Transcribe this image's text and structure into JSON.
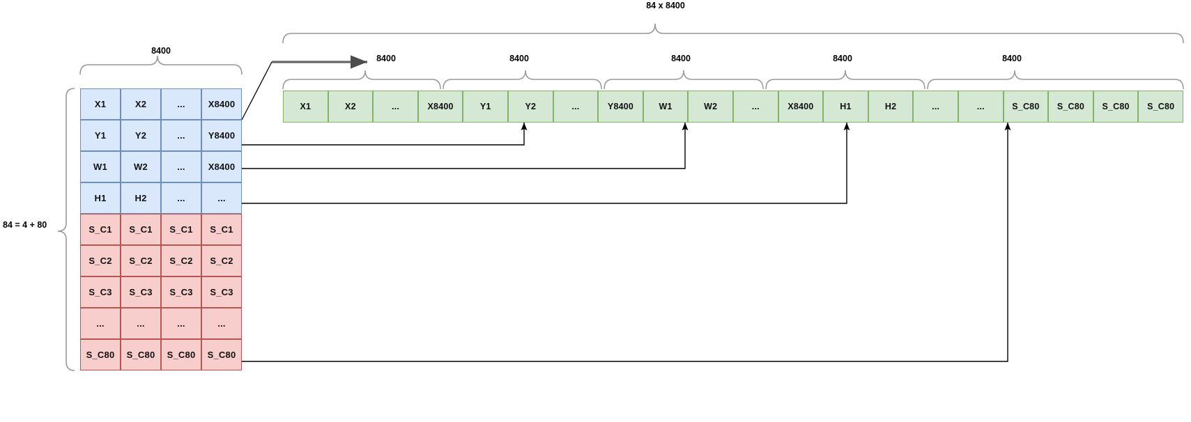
{
  "diagram": {
    "title_top": "84 x 8400",
    "left_side_label": "84 = 4 + 80",
    "left_table_top_label": "8400",
    "group_labels": [
      "8400",
      "8400",
      "8400",
      "8400",
      "8400"
    ],
    "left_table": {
      "columns": 4,
      "blue_rows": [
        [
          "X1",
          "X2",
          "...",
          "X8400"
        ],
        [
          "Y1",
          "Y2",
          "...",
          "Y8400"
        ],
        [
          "W1",
          "W2",
          "...",
          "X8400"
        ],
        [
          "H1",
          "H2",
          "...",
          "..."
        ]
      ],
      "red_rows": [
        [
          "S_C1",
          "S_C1",
          "S_C1",
          "S_C1"
        ],
        [
          "S_C2",
          "S_C2",
          "S_C2",
          "S_C2"
        ],
        [
          "S_C3",
          "S_C3",
          "S_C3",
          "S_C3"
        ],
        [
          "...",
          "...",
          "...",
          "..."
        ],
        [
          "S_C80",
          "S_C80",
          "S_C80",
          "S_C80"
        ]
      ]
    },
    "flat_row": {
      "cells": [
        "X1",
        "X2",
        "...",
        "X8400",
        "Y1",
        "Y2",
        "...",
        "Y8400",
        "W1",
        "W2",
        "...",
        "X8400",
        "H1",
        "H2",
        "...",
        "...",
        "S_C80",
        "S_C80",
        "S_C80",
        "S_C80"
      ]
    },
    "colors": {
      "blue_fill": "#dae8fc",
      "blue_stroke": "#6c8ebf",
      "red_fill": "#f8cecc",
      "red_stroke": "#b85450",
      "green_fill": "#d5e8d4",
      "green_stroke": "#82b366",
      "brace_stroke": "#999999",
      "arrow_stroke": "#000000",
      "thick_arrow_stroke": "#666666"
    }
  }
}
